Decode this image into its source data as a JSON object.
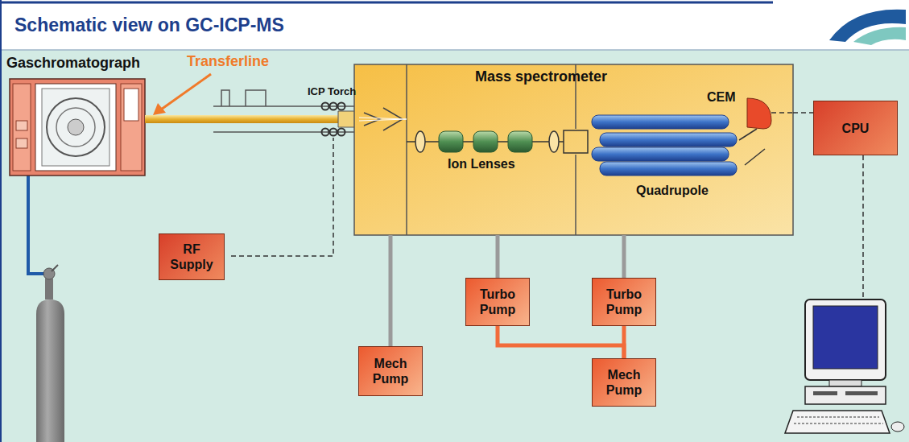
{
  "diagram": {
    "title": "Schematic view on GC-ICP-MS",
    "nodes": [
      {
        "text": [
          "Gaschromatograph"
        ]
      },
      {
        "text": [
          "Mass spectrometer"
        ]
      },
      {
        "text": [
          "CPU"
        ]
      },
      {
        "text": [
          "RF Supply"
        ]
      },
      {
        "text": [
          "Turbo Pump"
        ]
      },
      {
        "text": [
          "Turbo Pump"
        ]
      },
      {
        "text": [
          "Mech Pump"
        ]
      },
      {
        "text": [
          "Mech Pump"
        ]
      }
    ],
    "edges": [
      {
        "from": 1,
        "to": 2,
        "arrow": "none"
      },
      {
        "from": 6,
        "to": 1,
        "arrow": "none"
      },
      {
        "from": 4,
        "to": 1,
        "arrow": "none"
      },
      {
        "from": 5,
        "to": 1,
        "arrow": "none"
      },
      {
        "from": 4,
        "to": 7,
        "arrow": "none"
      },
      {
        "from": 5,
        "to": 7,
        "arrow": "none"
      }
    ],
    "labels": [
      "Transferline",
      "ICP Torch",
      "Ion Lenses",
      "Quadrupole",
      "CEM"
    ]
  }
}
